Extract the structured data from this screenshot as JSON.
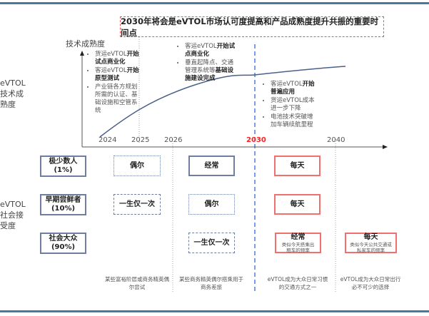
{
  "title": "2030年将会是eVTOL市场认可度提高和产品成熟度提升共振的重要时间点",
  "y_axis_label": "技术成熟度",
  "left_labels": {
    "tech": [
      "eVTOL",
      "技术成",
      "熟度"
    ],
    "social": [
      "eVTOL",
      "社会接",
      "受度"
    ]
  },
  "years": [
    "2024",
    "2025",
    "2026",
    "2030",
    "2040"
  ],
  "highlight_color": "#ff2020",
  "notes": {
    "n1": [
      {
        "plain": "货运eVTOL",
        "bold": "开始试点商业化"
      },
      {
        "plain": "客运eVTOL",
        "bold": "开始原型测试"
      },
      {
        "plain": "产业链各方规划所需的认证、基础设施和空管系统",
        "bold": ""
      }
    ],
    "n2": [
      {
        "plain": "客运eVTOL",
        "bold": "开始试点商业化"
      },
      {
        "plain": "垂直起降点、交通管理系统等",
        "bold": "基础设施建设完成"
      }
    ],
    "n3": [
      {
        "plain": "客运eVTOL",
        "bold": "开始普遍应用"
      },
      {
        "plain": "货运eVTOL成本进一步下降",
        "bold": ""
      },
      {
        "plain": "电池技术突破增加车辆续航里程",
        "bold": ""
      }
    ]
  },
  "groups": [
    {
      "name": "极少数人",
      "pct": "(1%)"
    },
    {
      "name": "早期尝鲜者",
      "pct": "(10%)"
    },
    {
      "name": "社会大众",
      "pct": "(90%)"
    }
  ],
  "cells": {
    "c1r1": "偶尔",
    "c1r2": "一生仅一次",
    "c2r1": "经常",
    "c2r2": "偶尔",
    "c2r3": "一生仅一次",
    "c3r1": "每天",
    "c3r2": "每天",
    "c3r3": "经常",
    "c3r3_sub": "类似今天搭乘出租车的频率",
    "c4r3": "每天",
    "c4r3_sub": "类似今天公共交通或私家车的频率"
  },
  "captions": [
    "某些富裕阶层或商务精英偶尔尝试",
    "某些商务精英偶尔搭乘用于商务差旅",
    "eVTOL成为大众日常习惯的交通方式之一",
    "eVTOL成为大众日常出行必不可少的选择"
  ]
}
